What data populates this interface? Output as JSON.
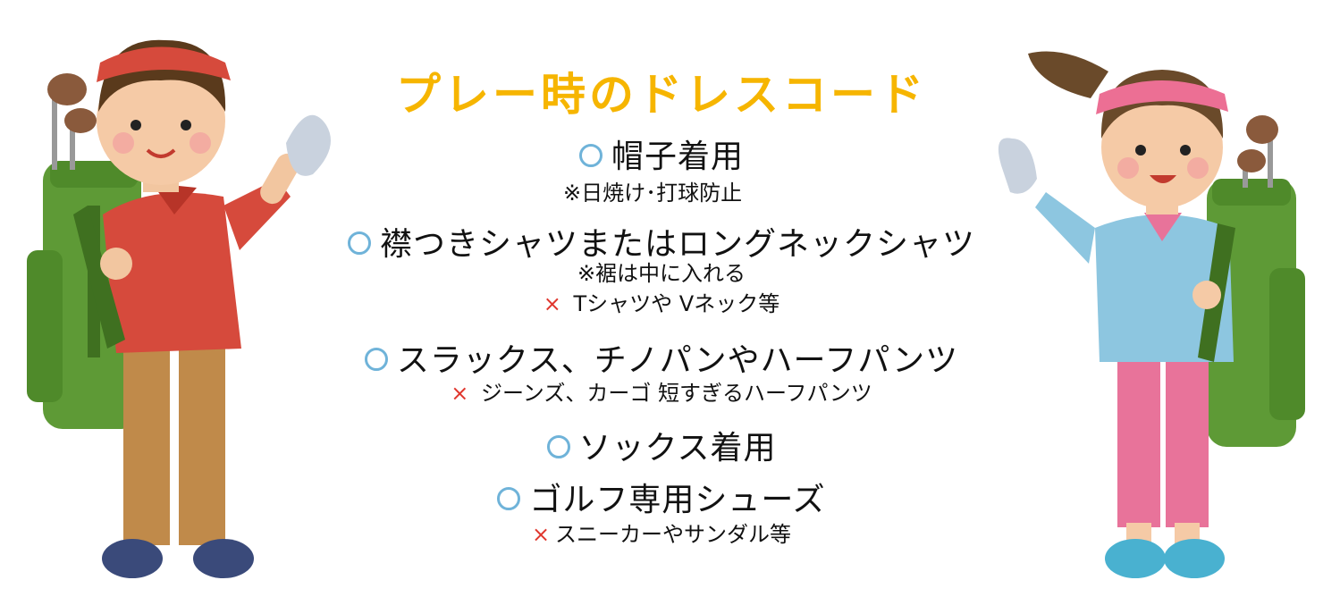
{
  "title": "プレー時のドレスコード",
  "items": [
    {
      "label": "帽子着用",
      "notes": [
        {
          "mark": "",
          "text": "※日焼け･打球防止"
        }
      ]
    },
    {
      "label": "襟つきシャツまたはロングネックシャツ",
      "notes": [
        {
          "mark": "",
          "text": "※裾は中に入れる"
        },
        {
          "mark": "×",
          "text": " Tシャツや Vネック等"
        }
      ]
    },
    {
      "label": "スラックス、チノパンやハーフパンツ",
      "notes": [
        {
          "mark": "×",
          "text": " ジーンズ、カーゴ 短すぎるハーフパンツ"
        }
      ]
    },
    {
      "label": "ソックス着用",
      "notes": []
    },
    {
      "label": "ゴルフ専用シューズ",
      "notes": [
        {
          "mark": "×",
          "text": "スニーカーやサンダル等"
        }
      ]
    }
  ],
  "colors": {
    "title": "#f6b500",
    "circle": "#6fb3d9",
    "cross": "#e0372e"
  },
  "icons": [
    "golfer-man-icon",
    "golfer-woman-icon",
    "circle-mark-icon",
    "cross-mark-icon"
  ]
}
